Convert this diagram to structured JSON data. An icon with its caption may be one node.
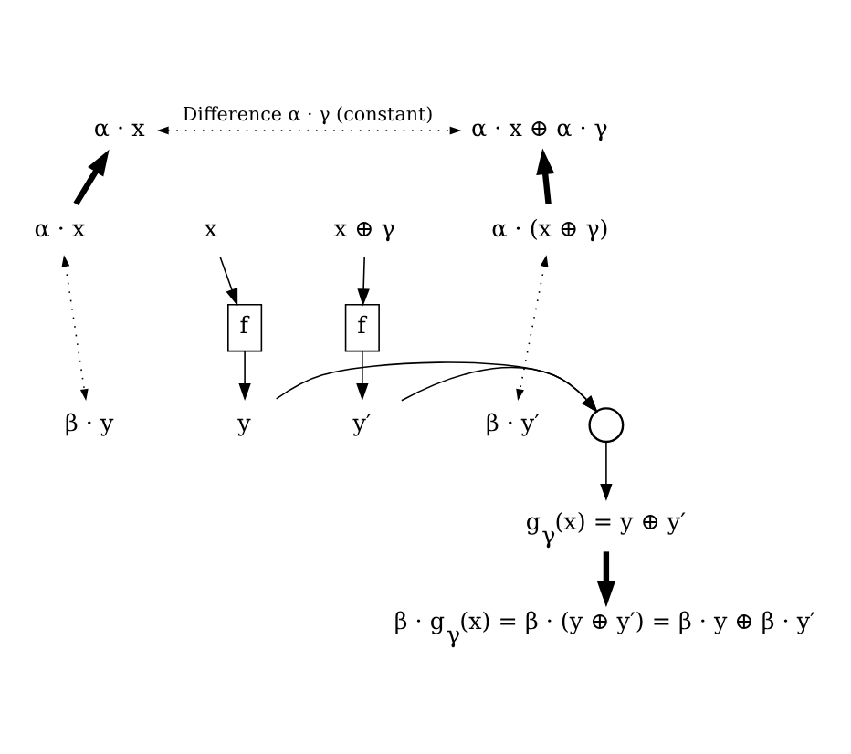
{
  "diagram": {
    "nodes": [
      {
        "text": [
          "α · x"
        ]
      },
      {
        "text": [
          "α · x ⊕ α · γ"
        ]
      },
      {
        "text": [
          "α · x"
        ]
      },
      {
        "text": [
          "x"
        ]
      },
      {
        "text": [
          "x ⊕ γ"
        ]
      },
      {
        "text": [
          "α · (x ⊕ γ)"
        ]
      },
      {
        "text": [
          "f"
        ]
      },
      {
        "text": [
          "f"
        ]
      },
      {
        "text": [
          "β · y"
        ]
      },
      {
        "text": [
          "y"
        ]
      },
      {
        "text": [],
        "shape": "circle"
      },
      {
        "text": [
          "y′"
        ]
      },
      {
        "text": [
          "β · y′"
        ]
      },
      {
        "text": [
          "g$_{γ}$(x) = y ⊕ y′"
        ]
      },
      {
        "text": [
          "β · g$_{γ}$(x) = β · (y ⊕ y′) = β · y ⊕ β · y′"
        ]
      }
    ],
    "edges": [
      {
        "from": 0,
        "to": 1,
        "arrow": "both",
        "style": "dashed",
        "label": "Difference α · γ (constant)"
      },
      {
        "from": 2,
        "to": 0,
        "arrow": "to",
        "style": "thick"
      },
      {
        "from": 5,
        "to": 1,
        "arrow": "to",
        "style": "thick"
      },
      {
        "from": 2,
        "to": 8,
        "arrow": "both",
        "style": "dashed"
      },
      {
        "from": 5,
        "to": 12,
        "arrow": "both",
        "style": "dashed"
      },
      {
        "from": 3,
        "to": 6,
        "arrow": "to"
      },
      {
        "from": 6,
        "to": 9,
        "arrow": "to"
      },
      {
        "from": 4,
        "to": 7,
        "arrow": "to"
      },
      {
        "from": 7,
        "to": 11,
        "arrow": "to"
      },
      {
        "from": 9,
        "to": 10,
        "arrow": "to"
      },
      {
        "from": 11,
        "to": 10,
        "arrow": "to"
      },
      {
        "from": 10,
        "to": 13,
        "arrow": "to"
      },
      {
        "from": 13,
        "to": 14,
        "arrow": "to",
        "style": "thick"
      }
    ]
  }
}
